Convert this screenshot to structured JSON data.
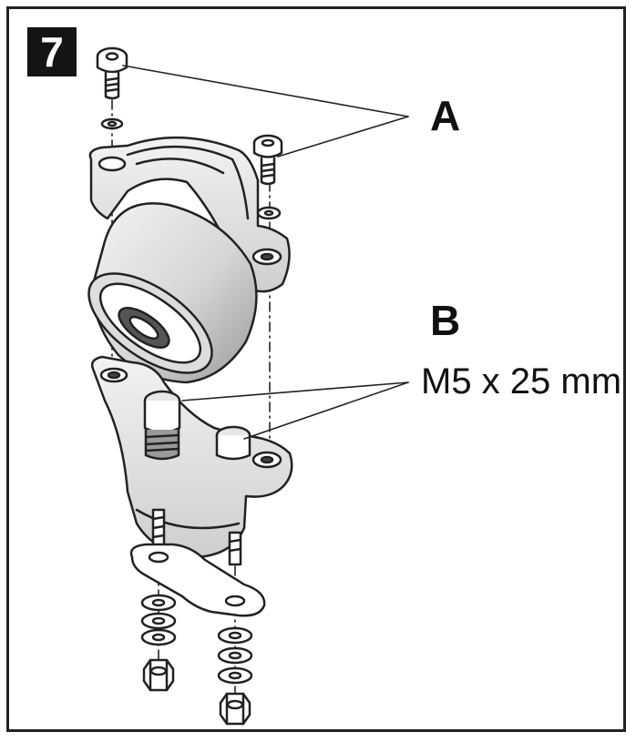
{
  "step": {
    "number": "7"
  },
  "callouts": {
    "a": {
      "label": "A"
    },
    "b": {
      "label": "B",
      "spec": "M5 x 25 mm"
    }
  },
  "colors": {
    "ink": "#222222",
    "badge": "#141414",
    "shade": "#d8d8d8"
  }
}
